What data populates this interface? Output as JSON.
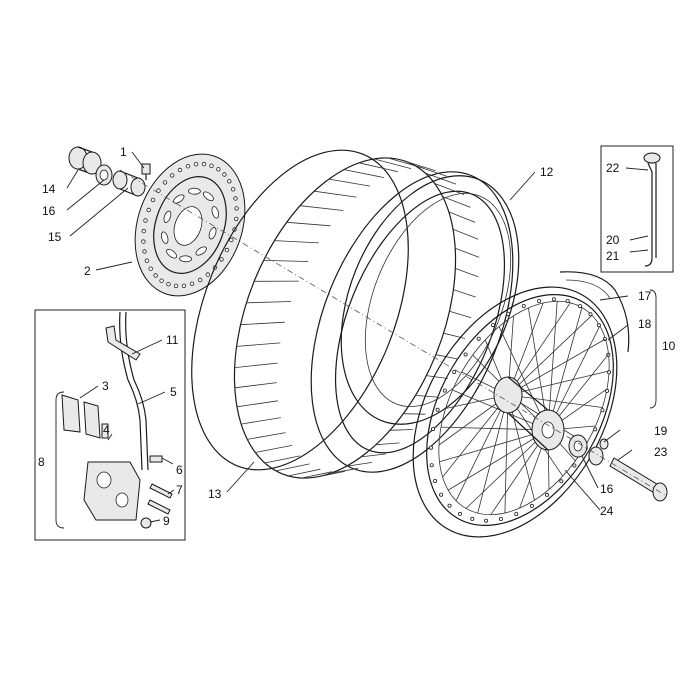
{
  "callouts": {
    "c1": "1",
    "c2": "2",
    "c3": "3",
    "c4": "4",
    "c5": "5",
    "c6": "6",
    "c7": "7",
    "c8": "8",
    "c9": "9",
    "c10": "10",
    "c11": "11",
    "c12": "12",
    "c13": "13",
    "c14": "14",
    "c15": "15",
    "c16a": "16",
    "c16b": "16",
    "c17": "17",
    "c18": "18",
    "c19": "19",
    "c20": "20",
    "c21": "21",
    "c22": "22",
    "c23": "23",
    "c24": "24"
  },
  "colors": {
    "line": "#1a1a1a",
    "fill": "#e9e9e9",
    "background": "#ffffff"
  }
}
